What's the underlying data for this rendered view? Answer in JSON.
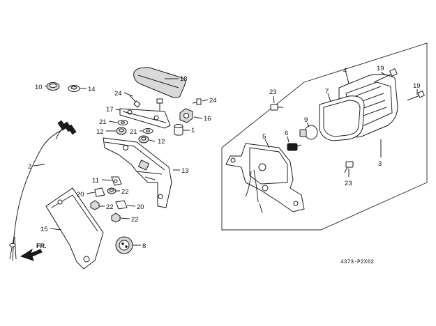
{
  "diagram": {
    "callouts": {
      "c1": "1",
      "c2": "2",
      "c3": "3",
      "c4": "4",
      "c5": "5",
      "c6": "6",
      "c7": "7",
      "c8": "8",
      "c9": "9",
      "c10": "10",
      "c11": "11",
      "c12": "12",
      "c13": "13",
      "c14": "14",
      "c15": "15",
      "c16": "16",
      "c17": "17",
      "c18": "18",
      "c19a": "19",
      "c19b": "19",
      "c20a": "20",
      "c20b": "20",
      "c21a": "21",
      "c21b": "21",
      "c22a": "22",
      "c22b": "22",
      "c22c": "22",
      "c23a": "23",
      "c23b": "23",
      "c24a": "24",
      "c24b": "24"
    },
    "front_arrow": "FR.",
    "catalog_code": "4373-P2X02"
  }
}
